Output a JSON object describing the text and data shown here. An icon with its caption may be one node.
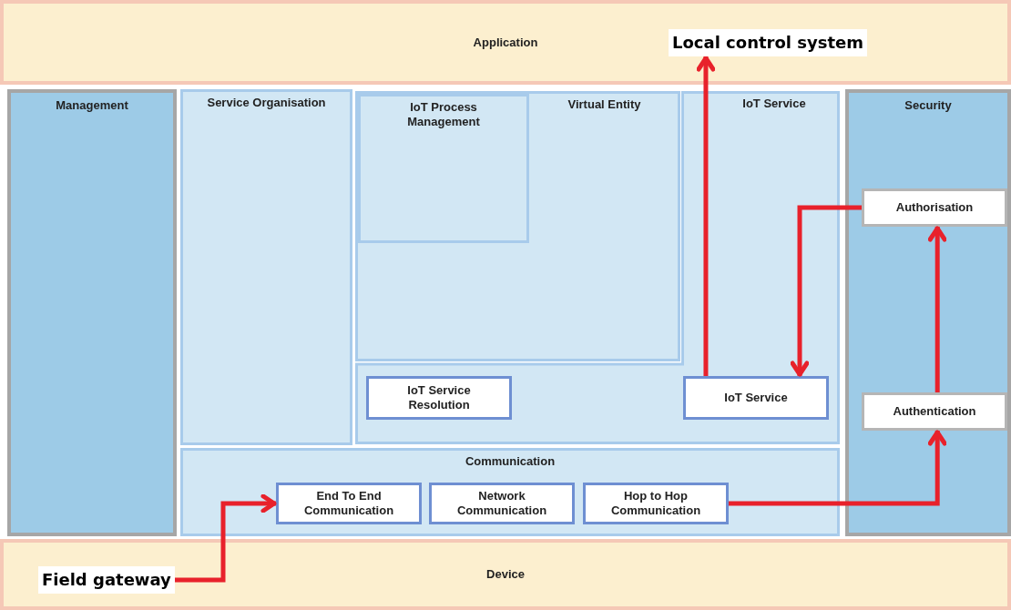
{
  "diagram": {
    "nodes": [
      {
        "text": [
          "Application"
        ]
      },
      {
        "text": [
          "Local control system"
        ],
        "in": 0
      },
      {
        "text": [
          "Management"
        ]
      },
      {
        "text": [
          "Service Organisation"
        ]
      },
      {
        "text": [
          "IoT Process Management"
        ],
        "in": 5
      },
      {
        "text": [
          "Virtual Entity"
        ]
      },
      {
        "text": [
          "IoT Service"
        ]
      },
      {
        "text": [
          "IoT Service Resolution"
        ],
        "in": 6
      },
      {
        "text": [
          "IoT Service"
        ],
        "in": 6
      },
      {
        "text": [
          "Communication"
        ]
      },
      {
        "text": [
          "End To End Communication"
        ],
        "in": 9
      },
      {
        "text": [
          "Network Communication"
        ],
        "in": 9
      },
      {
        "text": [
          "Hop to Hop Communication"
        ],
        "in": 9
      },
      {
        "text": [
          "Security"
        ]
      },
      {
        "text": [
          "Authorisation"
        ],
        "in": 13
      },
      {
        "text": [
          "Authentication"
        ],
        "in": 13
      },
      {
        "text": [
          "Device"
        ]
      },
      {
        "text": [
          "Field gateway"
        ],
        "in": 16
      }
    ],
    "edges": [
      {
        "from": 17,
        "to": 10,
        "arrow": "to"
      },
      {
        "from": 12,
        "to": 15,
        "arrow": "to"
      },
      {
        "from": 15,
        "to": 14,
        "arrow": "to"
      },
      {
        "from": 14,
        "to": 8,
        "arrow": "to"
      },
      {
        "from": 8,
        "to": 1,
        "arrow": "to"
      }
    ]
  }
}
